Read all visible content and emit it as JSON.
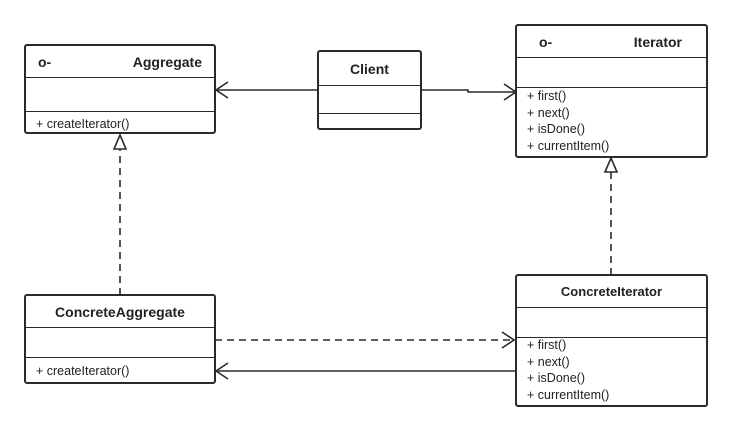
{
  "classes": {
    "aggregate": {
      "stereotype": "o-",
      "name": "Aggregate",
      "operations": [
        "+ createIterator()"
      ]
    },
    "client": {
      "name": "Client"
    },
    "iterator": {
      "stereotype": "o-",
      "name": "Iterator",
      "operations": [
        "+ first()",
        "+ next()",
        "+ isDone()",
        "+ currentItem()"
      ]
    },
    "concrete_aggregate": {
      "name": "ConcreteAggregate",
      "operations": [
        "+ createIterator()"
      ]
    },
    "concrete_iterator": {
      "name": "ConcreteIterator",
      "operations": [
        "+ first()",
        "+ next()",
        "+ isDone()",
        "+ currentItem()"
      ]
    }
  },
  "relations": [
    {
      "from": "client",
      "to": "aggregate",
      "type": "association"
    },
    {
      "from": "client",
      "to": "iterator",
      "type": "association"
    },
    {
      "from": "concrete_aggregate",
      "to": "aggregate",
      "type": "realization"
    },
    {
      "from": "concrete_iterator",
      "to": "iterator",
      "type": "realization"
    },
    {
      "from": "concrete_aggregate",
      "to": "concrete_iterator",
      "type": "dependency"
    },
    {
      "from": "concrete_iterator",
      "to": "concrete_aggregate",
      "type": "association"
    }
  ]
}
